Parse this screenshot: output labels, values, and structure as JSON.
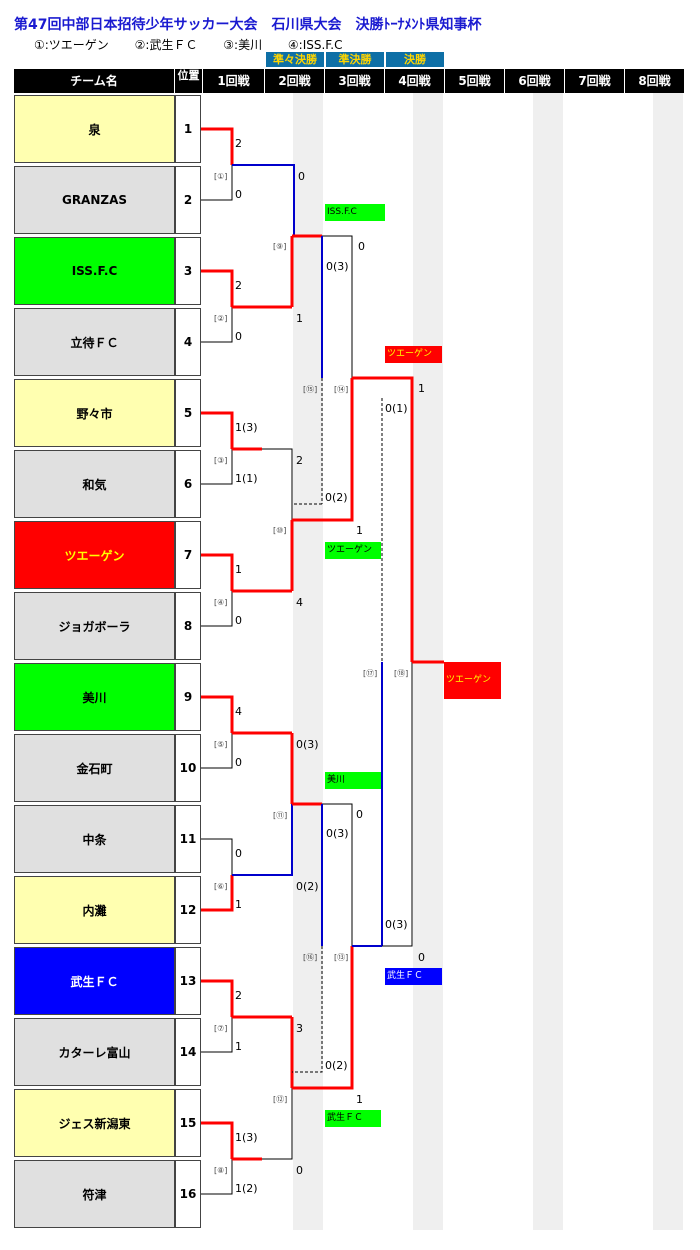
{
  "title": "第47回中部日本招待少年サッカー大会　石川県大会　決勝ﾄｰﾅﾒﾝﾄ県知事杯",
  "legend": [
    "①:ツエーゲン",
    "②:武生ＦＣ",
    "③:美川",
    "④:ISS.F.C"
  ],
  "stages": [
    "準々決勝",
    "準決勝",
    "決勝"
  ],
  "headers": {
    "team": "チーム名",
    "pos": "位置",
    "rounds": [
      "1回戦",
      "2回戦",
      "3回戦",
      "4回戦",
      "5回戦",
      "6回戦",
      "7回戦",
      "8回戦"
    ]
  },
  "teams": [
    {
      "name": "泉",
      "pos": "1",
      "bg": "#ffffb0",
      "fg": "#000000"
    },
    {
      "name": "GRANZAS",
      "pos": "2",
      "bg": "#e0e0e0",
      "fg": "#000000"
    },
    {
      "name": "ISS.F.C",
      "pos": "3",
      "bg": "#00ff00",
      "fg": "#000000"
    },
    {
      "name": "立待ＦＣ",
      "pos": "4",
      "bg": "#e0e0e0",
      "fg": "#000000"
    },
    {
      "name": "野々市",
      "pos": "5",
      "bg": "#ffffb0",
      "fg": "#000000"
    },
    {
      "name": "和気",
      "pos": "6",
      "bg": "#e0e0e0",
      "fg": "#000000"
    },
    {
      "name": "ツエーゲン",
      "pos": "7",
      "bg": "#ff0000",
      "fg": "#ffff00"
    },
    {
      "name": "ジョガボーラ",
      "pos": "8",
      "bg": "#e0e0e0",
      "fg": "#000000"
    },
    {
      "name": "美川",
      "pos": "9",
      "bg": "#00ff00",
      "fg": "#000000"
    },
    {
      "name": "金石町",
      "pos": "10",
      "bg": "#e0e0e0",
      "fg": "#000000"
    },
    {
      "name": "中条",
      "pos": "11",
      "bg": "#e0e0e0",
      "fg": "#000000"
    },
    {
      "name": "内灘",
      "pos": "12",
      "bg": "#ffffb0",
      "fg": "#000000"
    },
    {
      "name": "武生ＦＣ",
      "pos": "13",
      "bg": "#0000ff",
      "fg": "#ffffff"
    },
    {
      "name": "カターレ富山",
      "pos": "14",
      "bg": "#e0e0e0",
      "fg": "#000000"
    },
    {
      "name": "ジェス新潟東",
      "pos": "15",
      "bg": "#ffffb0",
      "fg": "#000000"
    },
    {
      "name": "符津",
      "pos": "16",
      "bg": "#e0e0e0",
      "fg": "#000000"
    }
  ],
  "scores": {
    "r1": [
      "2",
      "0",
      "2",
      "0",
      "1(3)",
      "1(1)",
      "1",
      "0",
      "4",
      "0",
      "0",
      "1",
      "2",
      "1",
      "1(3)",
      "1(2)"
    ],
    "r2": [
      "0",
      "1",
      "2",
      "4",
      "0(3)",
      "0(2)",
      "3",
      "0"
    ],
    "r3": [
      "0",
      "0(3)",
      "0(2)",
      "1",
      "0",
      "0(3)",
      "0(2)",
      "1"
    ],
    "r4": [
      "1",
      "0(1)",
      "0(3)",
      "0"
    ]
  },
  "match_numbers": [
    "[①]",
    "[②]",
    "[③]",
    "[④]",
    "[⑤]",
    "[⑥]",
    "[⑦]",
    "[⑧]",
    "[⑨]",
    "[⑩]",
    "[⑪]",
    "[⑫]",
    "[⑬]",
    "[⑭]",
    "[⑮]",
    "[⑯]",
    "[⑰]",
    "[⑱]"
  ],
  "winner_labels": [
    "ISS.F.C",
    "ツエーゲン",
    "美川",
    "武生ＦＣ",
    "ツエーゲン",
    "武生ＦＣ",
    "ツエーゲン"
  ],
  "colors": {
    "red": "#ff0000",
    "blue": "#0000cc",
    "green": "#00ff00",
    "header": "#000000",
    "stage": "#0e6fa6"
  }
}
